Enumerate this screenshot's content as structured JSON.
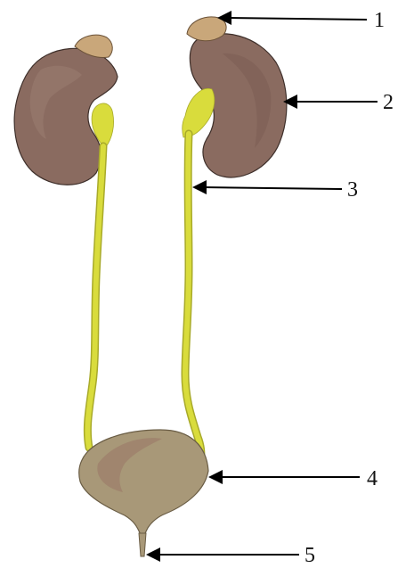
{
  "labels": [
    {
      "id": "1",
      "number": "1"
    },
    {
      "id": "2",
      "number": "2"
    },
    {
      "id": "3",
      "number": "3"
    },
    {
      "id": "4",
      "number": "4"
    },
    {
      "id": "5",
      "number": "5"
    }
  ],
  "colors": {
    "kidney": "#8a6b60",
    "adrenal_gland": "#c9a77a",
    "ureter": "#d9dc3c",
    "bladder": "#a89878",
    "arrow": "#000000"
  }
}
